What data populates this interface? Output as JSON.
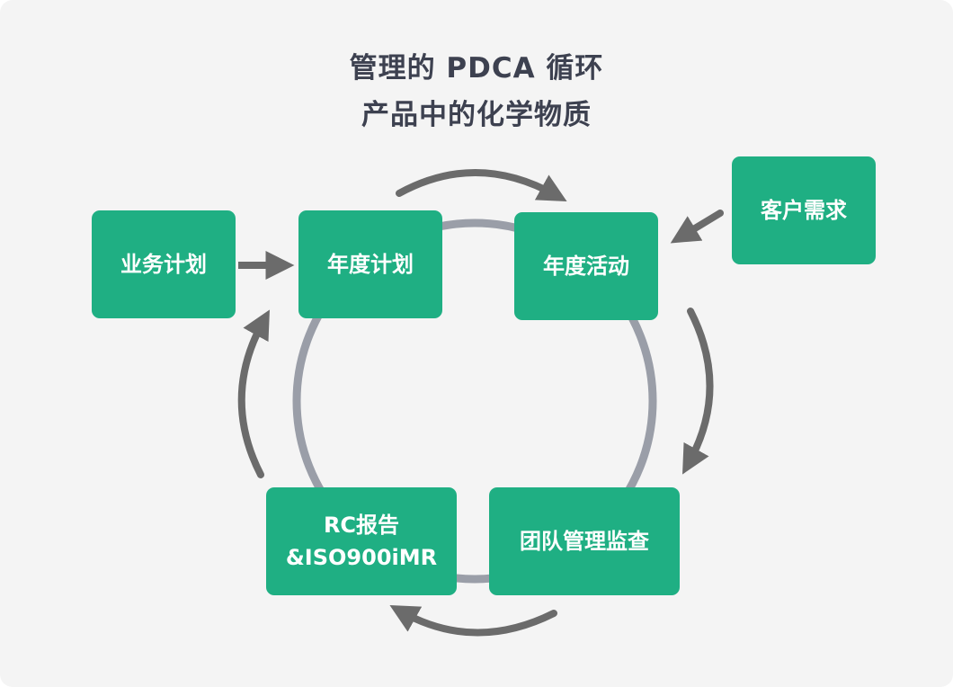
{
  "title": {
    "line1": "管理的 PDCA 循环",
    "line2": "产品中的化学物质"
  },
  "nodes": {
    "business_plan": "业务计划",
    "annual_plan": "年度计划",
    "annual_activity": "年度活动",
    "customer_needs": "客户需求",
    "team_audit": "团队管理监查",
    "rc_report_line1": "RC报告",
    "rc_report_line2": "&ISO900iMR"
  },
  "colors": {
    "node_fill": "#1faf83",
    "ring": "#9a9ea8",
    "arrow": "#6b6b6b",
    "title": "#3d4150",
    "background": "#f4f4f4"
  }
}
